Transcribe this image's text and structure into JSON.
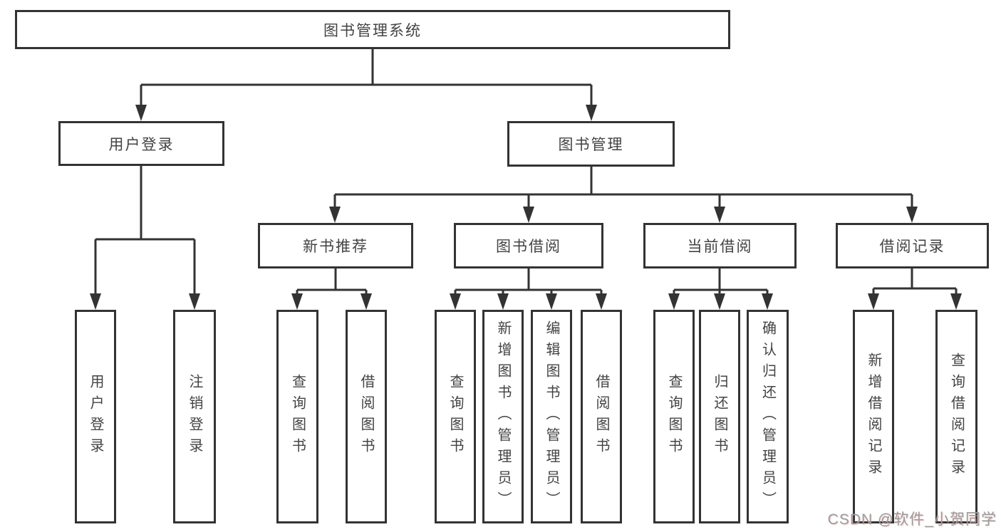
{
  "diagram": {
    "nodes": {
      "root": "图书管理系统",
      "user_login": "用户登录",
      "book_management": "图书管理",
      "new_book_recommend": "新书推荐",
      "book_borrow": "图书借阅",
      "current_borrow": "当前借阅",
      "borrow_records": "借阅记录"
    },
    "leaves": {
      "user_login_leaf": "用户登录",
      "logout": "注销登录",
      "nb_query_books": "查询图书",
      "nb_borrow_books": "借阅图书",
      "bb_query_books": "查询图书",
      "bb_add_books_admin": "新增图书（管理员）",
      "bb_edit_books_admin": "编辑图书（管理员）",
      "bb_borrow_books": "借阅图书",
      "cb_query_books": "查询图书",
      "cb_return_books": "归还图书",
      "cb_confirm_return_admin": "确认归还（管理员）",
      "br_add_record": "新增借阅记录",
      "br_query_record": "查询借阅记录"
    }
  },
  "watermark": "CSDN @软件_小贺同学",
  "colors": {
    "line": "#333333",
    "text": "#434343",
    "background": "#ffffff",
    "watermark_gray": "#9c9c9c",
    "watermark_pink": "#e77a7a"
  }
}
